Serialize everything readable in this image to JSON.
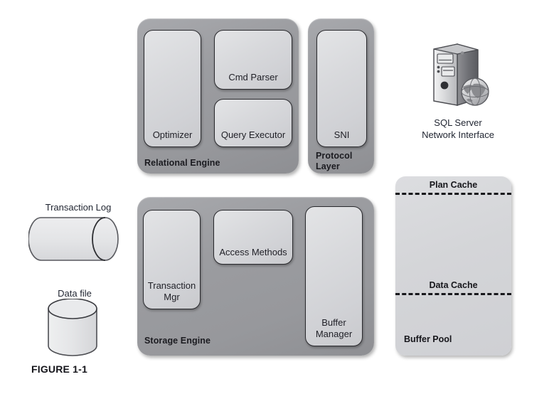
{
  "figure": {
    "caption": "FIGURE 1-1"
  },
  "relational_engine": {
    "label": "Relational Engine",
    "nodes": [
      {
        "name": "optimizer",
        "label": "Optimizer"
      },
      {
        "name": "cmd-parser",
        "label": "Cmd Parser"
      },
      {
        "name": "query-executor",
        "label": "Query Executor"
      }
    ]
  },
  "protocol_layer": {
    "label_line1": "Protocol",
    "label_line2": "Layer",
    "nodes": [
      {
        "name": "sni",
        "label": "SNI"
      }
    ]
  },
  "storage_engine": {
    "label": "Storage Engine",
    "nodes": [
      {
        "name": "transaction-mgr",
        "label_line1": "Transaction",
        "label_line2": "Mgr"
      },
      {
        "name": "access-methods",
        "label": "Access Methods"
      },
      {
        "name": "buffer-manager",
        "label_line1": "Buffer",
        "label_line2": "Manager"
      }
    ]
  },
  "buffer_pool": {
    "label": "Buffer Pool",
    "plan_cache": "Plan Cache",
    "data_cache": "Data Cache"
  },
  "sql_server_network_interface": {
    "icon": "server-tower-globe-icon",
    "label_line1": "SQL Server",
    "label_line2": "Network Interface"
  },
  "transaction_log": {
    "icon": "horizontal-cylinder-icon",
    "label": "Transaction Log"
  },
  "data_file": {
    "icon": "database-cylinder-icon",
    "label": "Data file"
  },
  "colors": {
    "page_background": "#ffffff",
    "panel_grey": "#9b9ca0",
    "node_light": "#d8d9dc",
    "node_border": "#2a2a2e",
    "pool_light": "#d5d6d9",
    "text_dark": "#1f1f26"
  }
}
